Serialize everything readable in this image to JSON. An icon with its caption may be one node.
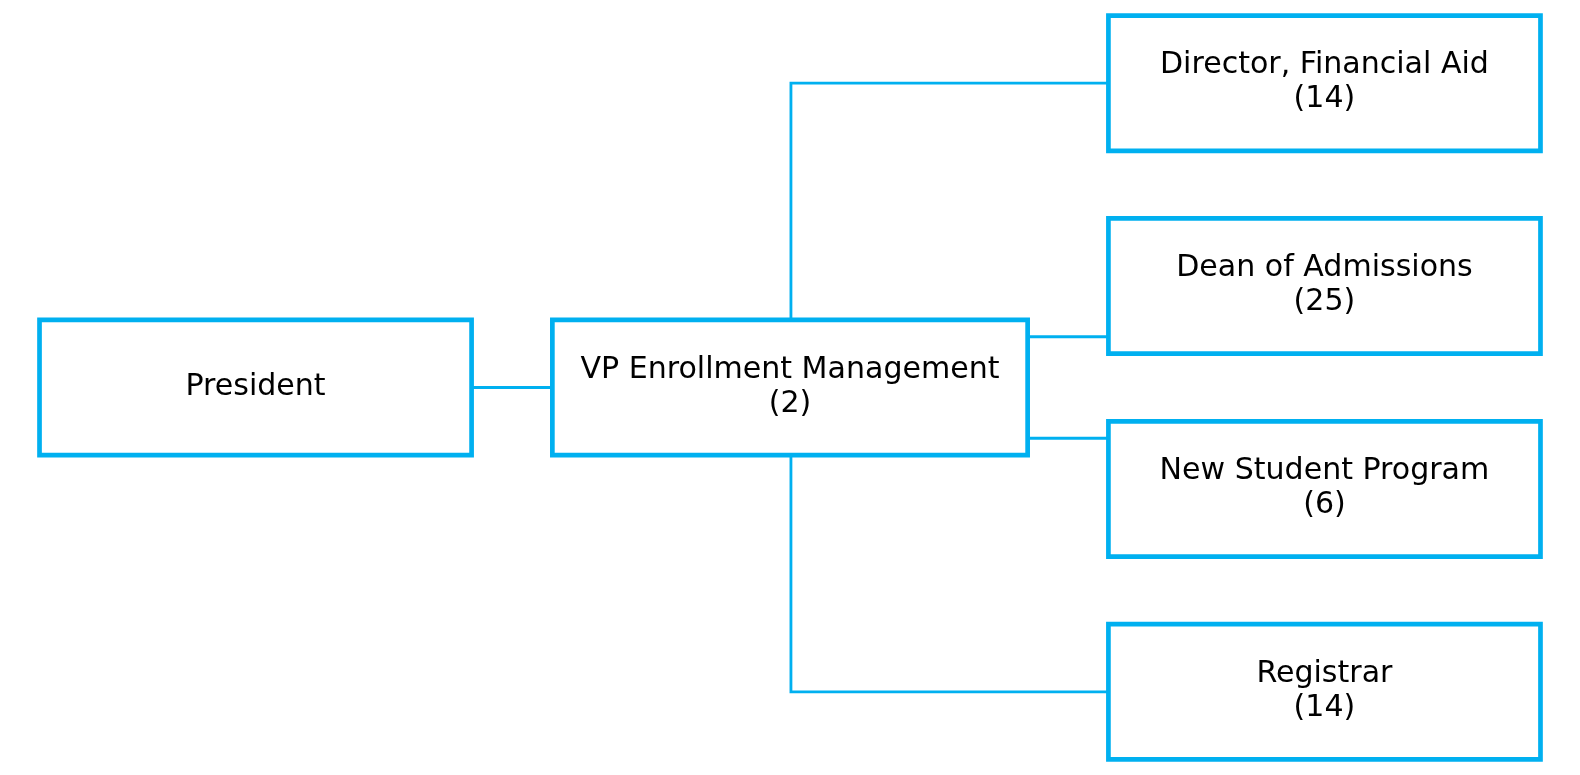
{
  "diagram": {
    "nodes": [
      {
        "text": [
          "President"
        ]
      },
      {
        "text": [
          "VP Enrollment Management",
          "(2)"
        ]
      },
      {
        "text": [
          "Director, Financial Aid",
          "(14)"
        ]
      },
      {
        "text": [
          "Dean of Admissions",
          "(25)"
        ]
      },
      {
        "text": [
          "New Student Program",
          "(6)"
        ]
      },
      {
        "text": [
          "Registrar",
          "(14)"
        ]
      }
    ],
    "edges": [
      {
        "from": 0,
        "to": 1,
        "arrow": "none"
      },
      {
        "from": 1,
        "to": 2,
        "arrow": "none"
      },
      {
        "from": 1,
        "to": 3,
        "arrow": "none"
      },
      {
        "from": 1,
        "to": 4,
        "arrow": "none"
      },
      {
        "from": 1,
        "to": 5,
        "arrow": "none"
      }
    ]
  }
}
